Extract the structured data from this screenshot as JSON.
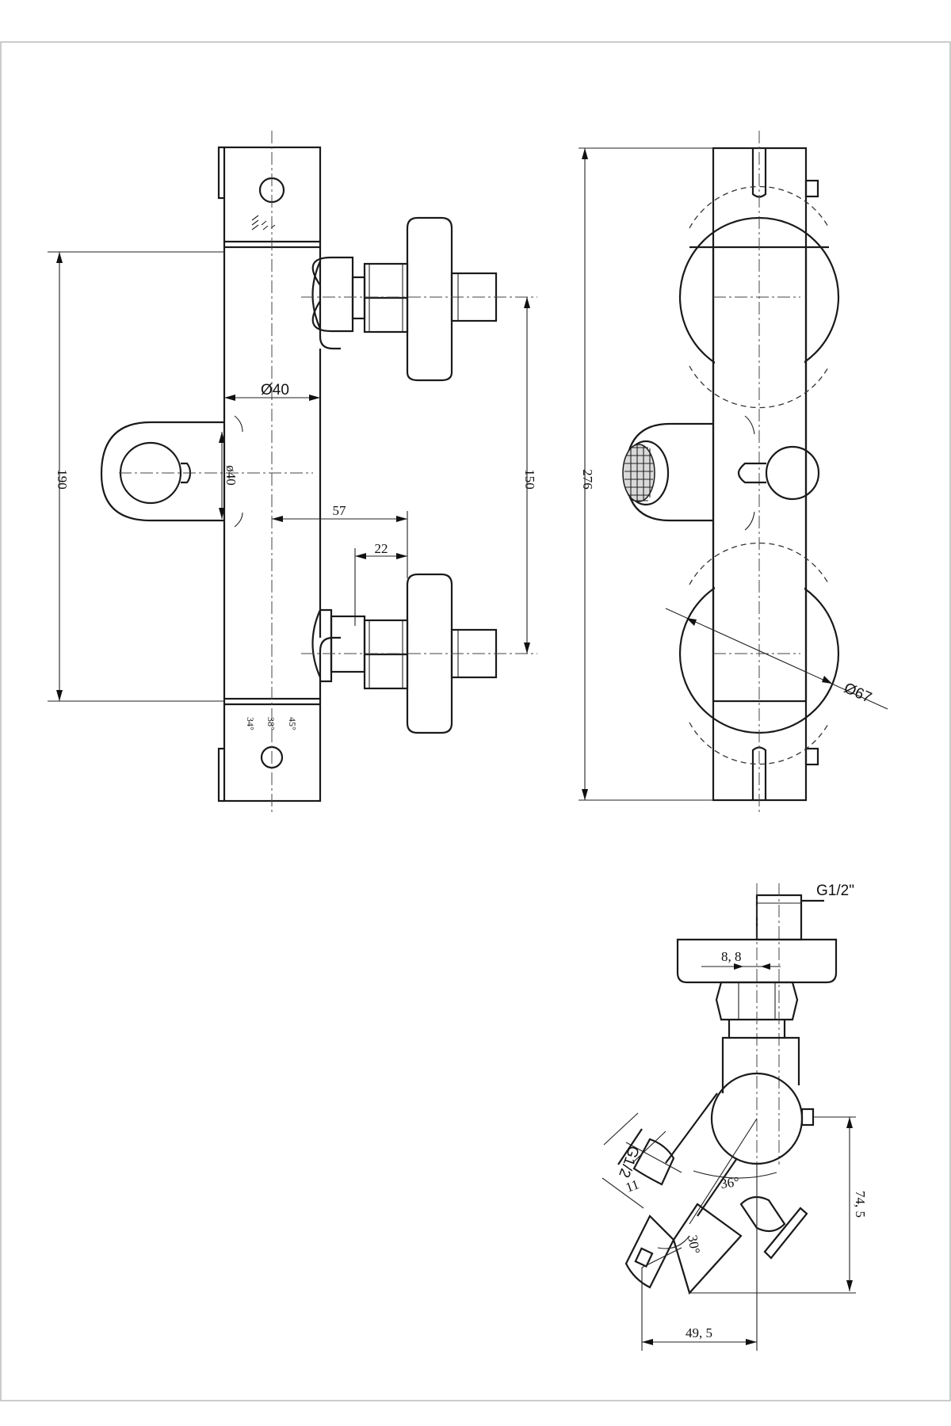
{
  "dimensions": {
    "d190": "190",
    "d150": "150",
    "d276": "276",
    "d57": "57",
    "d22": "22",
    "phi40_body": "Ø40",
    "phi40_knob": "ø40",
    "phi67": "Ø67",
    "d8_8": "8, 8",
    "d74_5": "74, 5",
    "d49_5": "49, 5",
    "d11": "11"
  },
  "threads": {
    "g12_inch": "G1/2\"",
    "g12": "G1/2"
  },
  "angles": {
    "a36": "36°",
    "a30": "30°"
  },
  "temperature_marks": [
    "34°",
    "38°",
    "45°"
  ]
}
